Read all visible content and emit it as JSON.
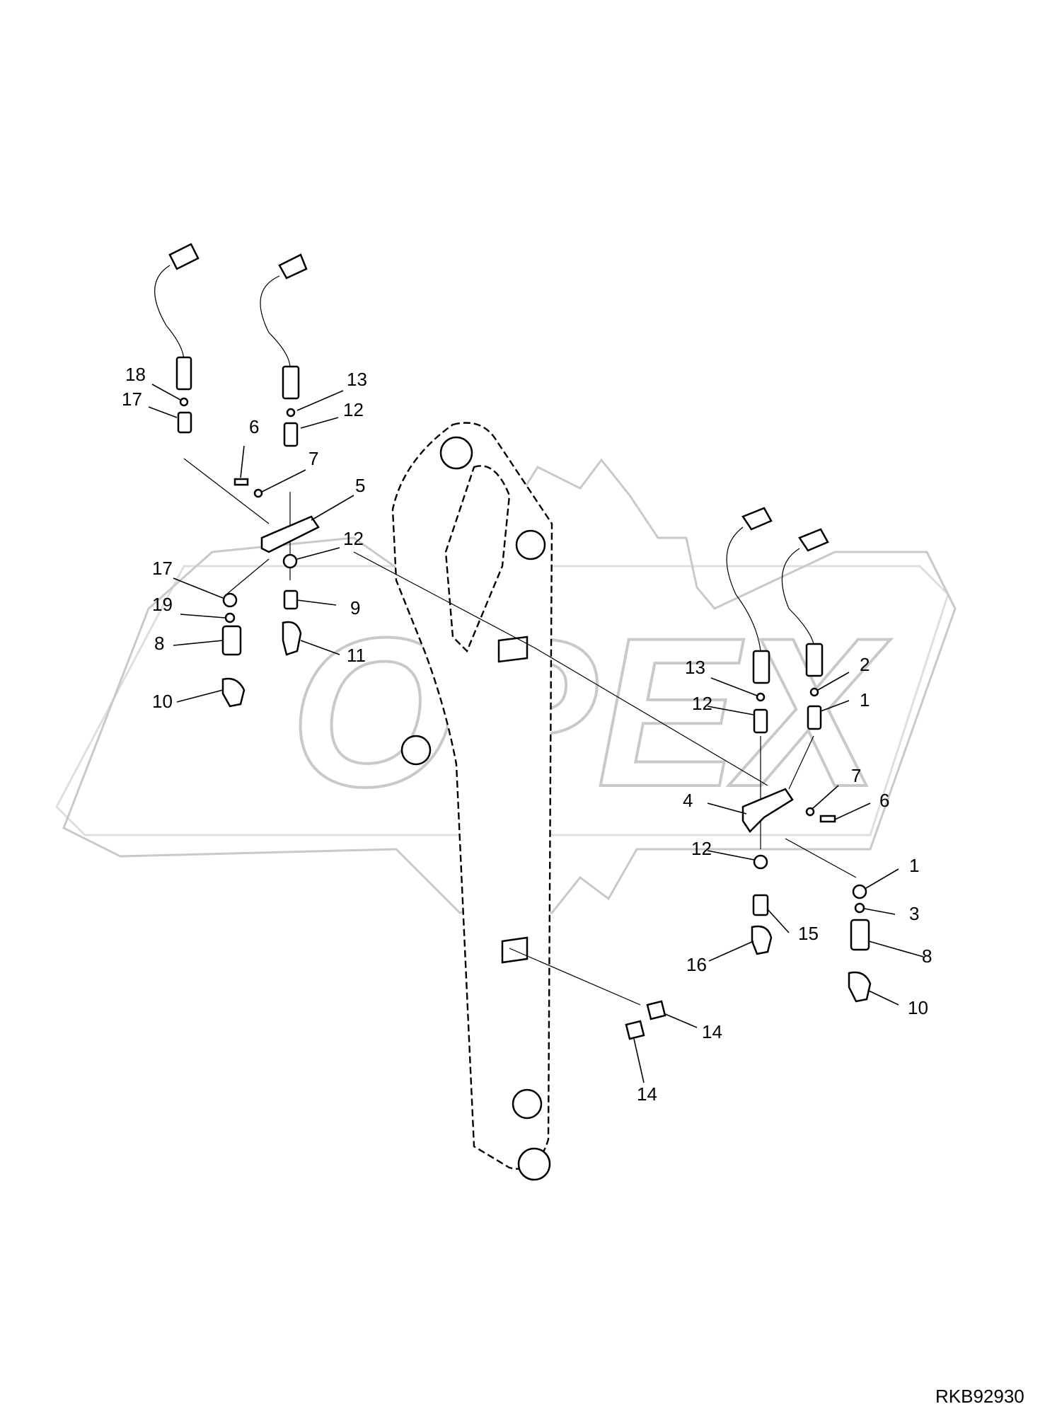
{
  "drawing_code": "RKB92930",
  "callouts": {
    "l18": "18",
    "l17a": "17",
    "l13a": "13",
    "l12a": "12",
    "l6a": "6",
    "l7a": "7",
    "l5": "5",
    "l12b": "12",
    "l17b": "17",
    "l9": "9",
    "l19": "19",
    "l8a": "8",
    "l11": "11",
    "l10a": "10",
    "l13b": "13",
    "l12c": "12",
    "l2": "2",
    "l1a": "1",
    "l7b": "7",
    "l4": "4",
    "l6b": "6",
    "l12d": "12",
    "l1b": "1",
    "l3": "3",
    "l15": "15",
    "l8b": "8",
    "l16": "16",
    "l10b": "10",
    "l14a": "14",
    "l14b": "14"
  },
  "watermark": "OPEX"
}
